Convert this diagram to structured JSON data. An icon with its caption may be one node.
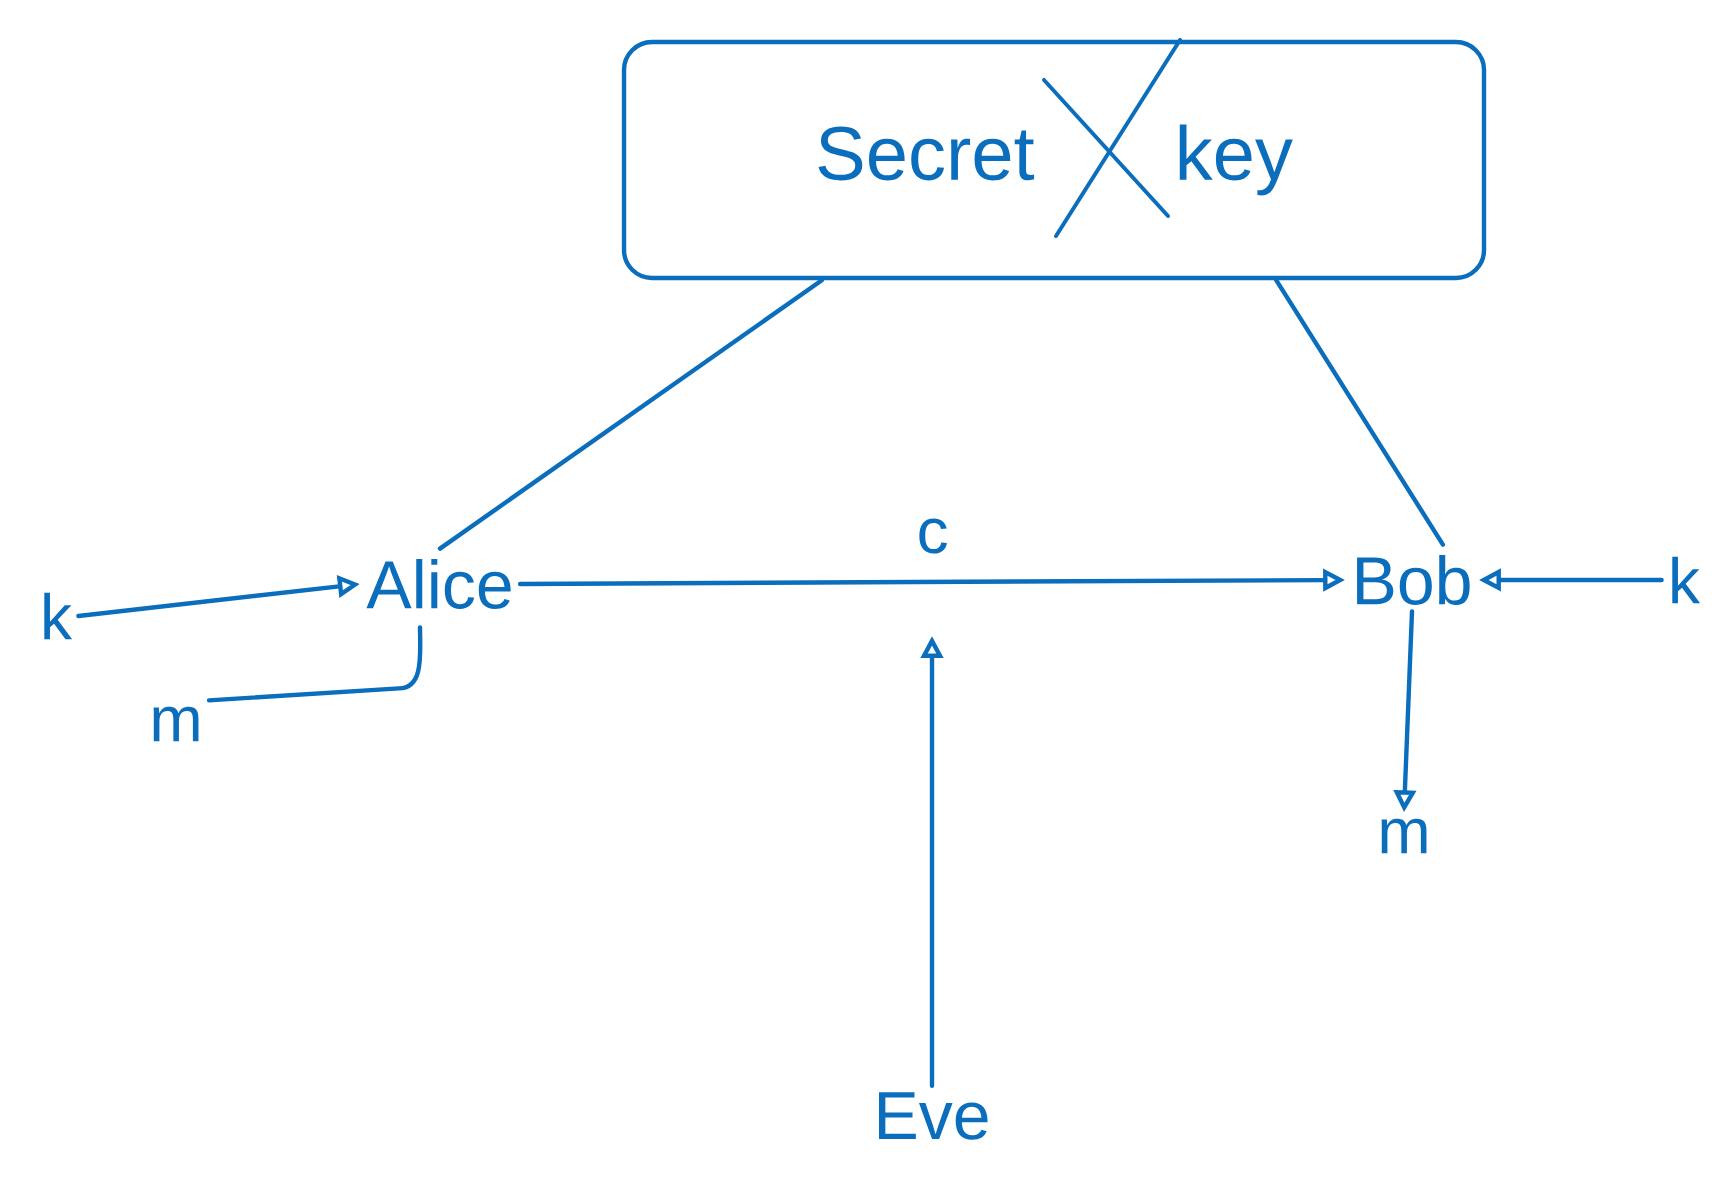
{
  "diagram": {
    "nodes": [
      {
        "text": [
          "Secret key"
        ]
      },
      {
        "text": [
          "Alice"
        ]
      },
      {
        "text": [
          "Bob"
        ]
      },
      {
        "text": [
          "Eve"
        ]
      },
      {
        "text": [
          "k"
        ]
      },
      {
        "text": [
          "m"
        ]
      },
      {
        "text": [
          "k"
        ]
      },
      {
        "text": [
          "m"
        ]
      }
    ],
    "edges": [
      {
        "from": 0,
        "to": 1,
        "arrow": "none"
      },
      {
        "from": 0,
        "to": 2,
        "arrow": "none"
      },
      {
        "from": 4,
        "to": 1,
        "arrow": "to"
      },
      {
        "from": 5,
        "to": 1,
        "arrow": "none"
      },
      {
        "from": 1,
        "to": 2,
        "arrow": "to",
        "label": "c"
      },
      {
        "from": 3,
        "to": null,
        "arrow": "to"
      },
      {
        "from": 6,
        "to": 2,
        "arrow": "to"
      },
      {
        "from": 2,
        "to": 7,
        "arrow": "to"
      }
    ]
  }
}
